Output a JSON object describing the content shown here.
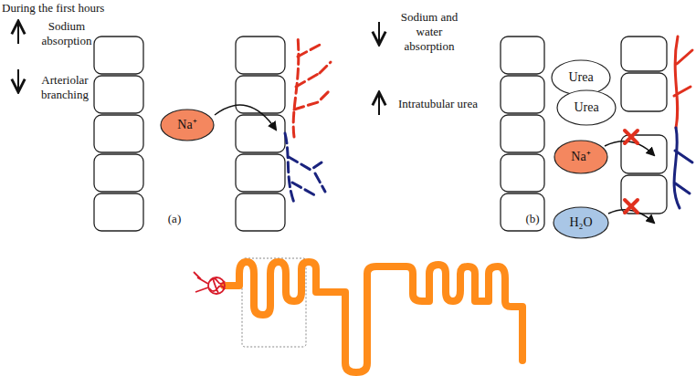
{
  "diagram": {
    "nodes": [
      {
        "text": [
          "Na⁺"
        ]
      },
      {
        "text": [
          "Urea"
        ]
      },
      {
        "text": [
          "Urea"
        ]
      },
      {
        "text": [
          "Na⁺"
        ]
      },
      {
        "text": [
          "H₂O"
        ]
      }
    ],
    "labels": [
      "During the first hours",
      "Sodium absorption",
      "Arteriolar branching",
      "(a)",
      "Sodium and water absorption",
      "Intratubular urea",
      "(b)"
    ]
  }
}
